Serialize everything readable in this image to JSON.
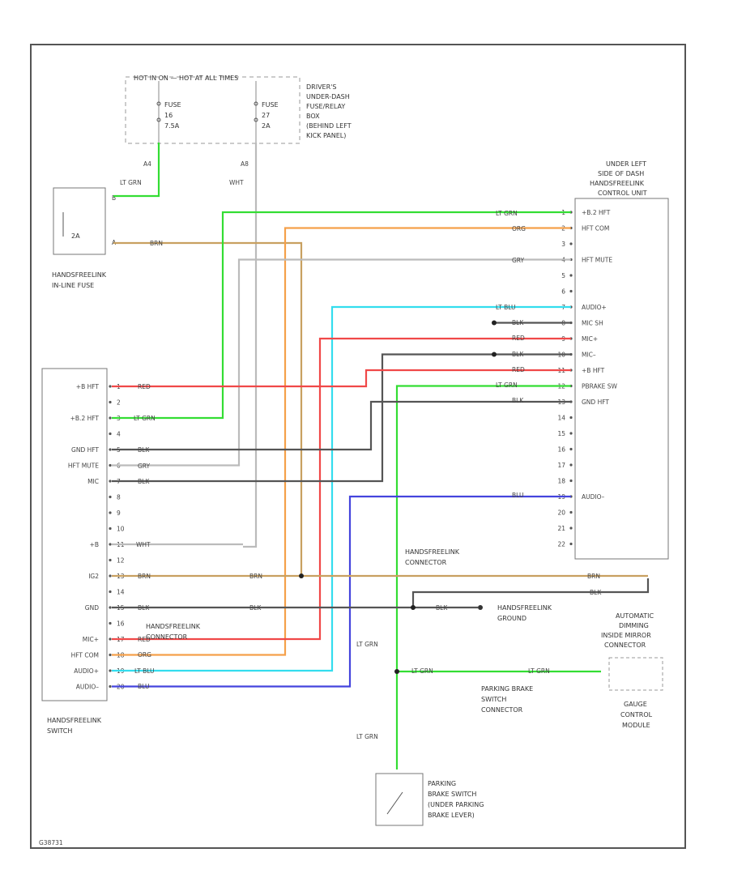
{
  "top": {
    "hot_bar": "HOT IN ON — HOT AT ALL TIMES",
    "fuse1": [
      "FUSE",
      "16",
      "7.5A"
    ],
    "fuse2": [
      "FUSE",
      "27",
      "2A"
    ],
    "fuse_box": [
      "DRIVER'S",
      "UNDER-DASH",
      "FUSE/RELAY",
      "BOX",
      "(BEHIND LEFT",
      "KICK PANEL)"
    ],
    "pin_a": "A4",
    "pin_b": "A8",
    "wht_label": "WHT"
  },
  "inline_fuse": {
    "label": [
      "HANDSFREELINK",
      "IN-LINE FUSE"
    ],
    "fuse_value": "2A",
    "lt_grn": "LT GRN",
    "pin_top": "B",
    "pin_bot": "A"
  },
  "control_unit": {
    "label": [
      "UNDER LEFT",
      "SIDE OF DASH",
      "HANDSFREELINK",
      "CONTROL UNIT"
    ],
    "pins": [
      {
        "n": "1",
        "wire": "LT GRN",
        "name": "+B.2 HFT"
      },
      {
        "n": "2",
        "wire": "ORG",
        "name": "HFT COM"
      },
      {
        "n": "3",
        "wire": "",
        "name": ""
      },
      {
        "n": "4",
        "wire": "GRY",
        "name": "HFT MUTE"
      },
      {
        "n": "5",
        "wire": "",
        "name": ""
      },
      {
        "n": "6",
        "wire": "",
        "name": ""
      },
      {
        "n": "7",
        "wire": "LT BLU",
        "name": "AUDIO+"
      },
      {
        "n": "8",
        "wire": "BLK",
        "name": "MIC SH"
      },
      {
        "n": "9",
        "wire": "RED",
        "name": "MIC+"
      },
      {
        "n": "10",
        "wire": "BLK",
        "name": "MIC–"
      },
      {
        "n": "11",
        "wire": "RED",
        "name": "+B HFT"
      },
      {
        "n": "12",
        "wire": "LT GRN",
        "name": "PBRAKE SW"
      },
      {
        "n": "13",
        "wire": "BLK",
        "name": "GND HFT"
      },
      {
        "n": "14",
        "wire": "",
        "name": ""
      },
      {
        "n": "15",
        "wire": "",
        "name": ""
      },
      {
        "n": "16",
        "wire": "",
        "name": ""
      },
      {
        "n": "17",
        "wire": "",
        "name": ""
      },
      {
        "n": "18",
        "wire": "",
        "name": ""
      },
      {
        "n": "19",
        "wire": "BLU",
        "name": "AUDIO–"
      },
      {
        "n": "20",
        "wire": "",
        "name": ""
      },
      {
        "n": "21",
        "wire": "",
        "name": ""
      },
      {
        "n": "22",
        "wire": "",
        "name": ""
      }
    ]
  },
  "switch": {
    "label": [
      "HANDSFREELINK",
      "SWITCH"
    ],
    "pins": [
      {
        "n": "1",
        "wire": "RED",
        "name": "+B HFT"
      },
      {
        "n": "2",
        "wire": "",
        "name": ""
      },
      {
        "n": "3",
        "wire": "LT GRN",
        "name": "+B.2 HFT"
      },
      {
        "n": "4",
        "wire": "",
        "name": ""
      },
      {
        "n": "5",
        "wire": "BLK",
        "name": "GND HFT"
      },
      {
        "n": "6",
        "wire": "GRY",
        "name": "HFT MUTE"
      },
      {
        "n": "7",
        "wire": "BLK",
        "name": "MIC"
      },
      {
        "n": "8",
        "wire": "",
        "name": ""
      },
      {
        "n": "9",
        "wire": "",
        "name": ""
      },
      {
        "n": "10",
        "wire": "",
        "name": ""
      },
      {
        "n": "11",
        "wire": "WHT",
        "name": "+B"
      },
      {
        "n": "12",
        "wire": "",
        "name": ""
      },
      {
        "n": "13",
        "wire": "BRN",
        "name": "IG2"
      },
      {
        "n": "14",
        "wire": "",
        "name": ""
      },
      {
        "n": "15",
        "wire": "BLK",
        "name": "GND"
      },
      {
        "n": "16",
        "wire": "",
        "name": ""
      },
      {
        "n": "17",
        "wire": "RED",
        "name": "MIC+"
      },
      {
        "n": "18",
        "wire": "ORG",
        "name": "HFT COM"
      },
      {
        "n": "19",
        "wire": "LT BLU",
        "name": "AUDIO+"
      },
      {
        "n": "20",
        "wire": "BLU",
        "name": "AUDIO–"
      }
    ]
  },
  "connectors": {
    "hfl_connector_top": [
      "HANDSFREELINK",
      "CONNECTOR"
    ],
    "hfl_connector_bottom": [
      "HANDSFREELINK",
      "CONNECTOR"
    ],
    "hfl_ground": [
      "HANDSFREELINK",
      "GROUND"
    ],
    "dimming": [
      "AUTOMATIC",
      "DIMMING",
      "INSIDE MIRROR",
      "CONNECTOR"
    ],
    "pbrake_conn": [
      "PARKING BRAKE",
      "SWITCH",
      "CONNECTOR"
    ],
    "gauge": [
      "GAUGE",
      "CONTROL",
      "MODULE"
    ],
    "pbrake_switch": [
      "PARKING",
      "BRAKE SWITCH",
      "(UNDER PARKING",
      "BRAKE LEVER)"
    ]
  },
  "wires": {
    "lt_grn": "LT GRN",
    "org": "ORG",
    "gry": "GRY",
    "lt_blu": "LT BLU",
    "blk": "BLK",
    "red": "RED",
    "brn": "BRN",
    "blu": "BLU",
    "wht": "WHT"
  },
  "colors": {
    "lt_grn": "#33dd33",
    "org": "#f5a04a",
    "gry": "#bbbbbb",
    "lt_blu": "#33ddee",
    "blk": "#555555",
    "red": "#f04848",
    "brn": "#c8a060",
    "blu": "#4444dd"
  },
  "footer": "G38731"
}
